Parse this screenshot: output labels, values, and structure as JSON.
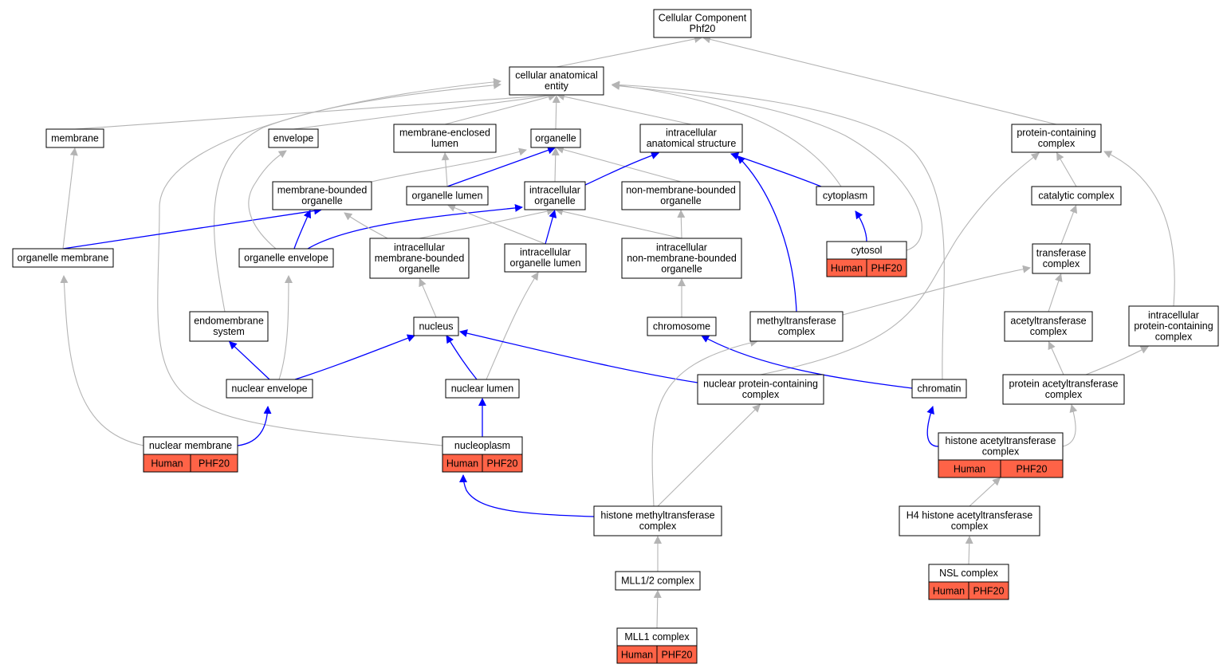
{
  "colors": {
    "annotated_fill": "#ff6347",
    "node_fill": "#ffffff",
    "node_stroke": "#000000",
    "edge_is_a": "#b4b4b4",
    "edge_part_of": "#0000ff"
  },
  "nodes": [
    {
      "id": "cc_root",
      "lines": [
        "Cellular Component",
        "Phf20"
      ]
    },
    {
      "id": "cae",
      "lines": [
        "cellular anatomical",
        "entity"
      ]
    },
    {
      "id": "membrane",
      "lines": [
        "membrane"
      ]
    },
    {
      "id": "envelope",
      "lines": [
        "envelope"
      ]
    },
    {
      "id": "mel",
      "lines": [
        "membrane-enclosed",
        "lumen"
      ]
    },
    {
      "id": "organelle",
      "lines": [
        "organelle"
      ]
    },
    {
      "id": "ias",
      "lines": [
        "intracellular",
        "anatomical structure"
      ]
    },
    {
      "id": "pcc",
      "lines": [
        "protein-containing",
        "complex"
      ]
    },
    {
      "id": "mbo",
      "lines": [
        "membrane-bounded",
        "organelle"
      ]
    },
    {
      "id": "ol",
      "lines": [
        "organelle lumen"
      ]
    },
    {
      "id": "io",
      "lines": [
        "intracellular",
        "organelle"
      ]
    },
    {
      "id": "nmbo",
      "lines": [
        "non-membrane-bounded",
        "organelle"
      ]
    },
    {
      "id": "cytoplasm",
      "lines": [
        "cytoplasm"
      ]
    },
    {
      "id": "cat",
      "lines": [
        "catalytic complex"
      ]
    },
    {
      "id": "om",
      "lines": [
        "organelle membrane"
      ]
    },
    {
      "id": "oe",
      "lines": [
        "organelle envelope"
      ]
    },
    {
      "id": "imbo",
      "lines": [
        "intracellular",
        "membrane-bounded",
        "organelle"
      ]
    },
    {
      "id": "iol",
      "lines": [
        "intracellular",
        "organelle lumen"
      ]
    },
    {
      "id": "inmbo",
      "lines": [
        "intracellular",
        "non-membrane-bounded",
        "organelle"
      ]
    },
    {
      "id": "cytosol",
      "lines": [
        "cytosol"
      ],
      "annot": [
        "Human",
        "PHF20"
      ]
    },
    {
      "id": "trans",
      "lines": [
        "transferase",
        "complex"
      ]
    },
    {
      "id": "endo",
      "lines": [
        "endomembrane",
        "system"
      ]
    },
    {
      "id": "nucleus",
      "lines": [
        "nucleus"
      ]
    },
    {
      "id": "chromosome",
      "lines": [
        "chromosome"
      ]
    },
    {
      "id": "mtc",
      "lines": [
        "methyltransferase",
        "complex"
      ]
    },
    {
      "id": "atc",
      "lines": [
        "acetyltransferase",
        "complex"
      ]
    },
    {
      "id": "ipcc",
      "lines": [
        "intracellular",
        "protein-containing",
        "complex"
      ]
    },
    {
      "id": "ne",
      "lines": [
        "nuclear envelope"
      ]
    },
    {
      "id": "nl",
      "lines": [
        "nuclear lumen"
      ]
    },
    {
      "id": "npcc",
      "lines": [
        "nuclear protein-containing",
        "complex"
      ]
    },
    {
      "id": "chromatin",
      "lines": [
        "chromatin"
      ]
    },
    {
      "id": "patc",
      "lines": [
        "protein acetyltransferase",
        "complex"
      ]
    },
    {
      "id": "nm",
      "lines": [
        "nuclear membrane"
      ],
      "annot": [
        "Human",
        "PHF20"
      ]
    },
    {
      "id": "np",
      "lines": [
        "nucleoplasm"
      ],
      "annot": [
        "Human",
        "PHF20"
      ]
    },
    {
      "id": "hatc",
      "lines": [
        "histone acetyltransferase",
        "complex"
      ],
      "annot": [
        "Human",
        "PHF20"
      ]
    },
    {
      "id": "hmtc",
      "lines": [
        "histone methyltransferase",
        "complex"
      ]
    },
    {
      "id": "h4",
      "lines": [
        "H4 histone acetyltransferase",
        "complex"
      ]
    },
    {
      "id": "mll12",
      "lines": [
        "MLL1/2 complex"
      ]
    },
    {
      "id": "nsl",
      "lines": [
        "NSL complex"
      ],
      "annot": [
        "Human",
        "PHF20"
      ]
    },
    {
      "id": "mll1",
      "lines": [
        "MLL1 complex"
      ],
      "annot": [
        "Human",
        "PHF20"
      ]
    }
  ],
  "edges": [
    {
      "from": "cae",
      "to": "cc_root",
      "type": "is_a"
    },
    {
      "from": "pcc",
      "to": "cc_root",
      "type": "is_a"
    },
    {
      "from": "membrane",
      "to": "cae",
      "type": "is_a"
    },
    {
      "from": "envelope",
      "to": "cae",
      "type": "is_a"
    },
    {
      "from": "mel",
      "to": "cae",
      "type": "is_a"
    },
    {
      "from": "organelle",
      "to": "cae",
      "type": "is_a"
    },
    {
      "from": "ias",
      "to": "cae",
      "type": "is_a"
    },
    {
      "from": "cytoplasm",
      "to": "cae",
      "type": "is_a"
    },
    {
      "from": "cytosol",
      "to": "cae",
      "type": "is_a"
    },
    {
      "from": "chromatin",
      "to": "cae",
      "type": "is_a"
    },
    {
      "from": "endo",
      "to": "cae",
      "type": "is_a"
    },
    {
      "from": "np",
      "to": "cae",
      "type": "is_a"
    },
    {
      "from": "mbo",
      "to": "organelle",
      "type": "is_a"
    },
    {
      "from": "ol",
      "to": "organelle",
      "type": "part_of"
    },
    {
      "from": "io",
      "to": "organelle",
      "type": "is_a"
    },
    {
      "from": "nmbo",
      "to": "organelle",
      "type": "is_a"
    },
    {
      "from": "io",
      "to": "ias",
      "type": "part_of"
    },
    {
      "from": "cytoplasm",
      "to": "ias",
      "type": "part_of"
    },
    {
      "from": "mtc",
      "to": "ias",
      "type": "part_of"
    },
    {
      "from": "ol",
      "to": "mel",
      "type": "is_a"
    },
    {
      "from": "cat",
      "to": "pcc",
      "type": "is_a"
    },
    {
      "from": "npcc",
      "to": "pcc",
      "type": "is_a"
    },
    {
      "from": "ipcc",
      "to": "pcc",
      "type": "is_a"
    },
    {
      "from": "om",
      "to": "membrane",
      "type": "is_a"
    },
    {
      "from": "om",
      "to": "mbo",
      "type": "part_of"
    },
    {
      "from": "oe",
      "to": "mbo",
      "type": "part_of"
    },
    {
      "from": "oe",
      "to": "envelope",
      "type": "is_a"
    },
    {
      "from": "oe",
      "to": "io",
      "type": "part_of"
    },
    {
      "from": "imbo",
      "to": "mbo",
      "type": "is_a"
    },
    {
      "from": "imbo",
      "to": "io",
      "type": "is_a"
    },
    {
      "from": "iol",
      "to": "ol",
      "type": "is_a"
    },
    {
      "from": "iol",
      "to": "io",
      "type": "part_of"
    },
    {
      "from": "inmbo",
      "to": "nmbo",
      "type": "is_a"
    },
    {
      "from": "inmbo",
      "to": "io",
      "type": "is_a"
    },
    {
      "from": "cytosol",
      "to": "cytoplasm",
      "type": "part_of"
    },
    {
      "from": "trans",
      "to": "cat",
      "type": "is_a"
    },
    {
      "from": "nucleus",
      "to": "imbo",
      "type": "is_a"
    },
    {
      "from": "chromosome",
      "to": "inmbo",
      "type": "is_a"
    },
    {
      "from": "mtc",
      "to": "trans",
      "type": "is_a"
    },
    {
      "from": "atc",
      "to": "trans",
      "type": "is_a"
    },
    {
      "from": "ne",
      "to": "endo",
      "type": "part_of"
    },
    {
      "from": "ne",
      "to": "oe",
      "type": "is_a"
    },
    {
      "from": "ne",
      "to": "nucleus",
      "type": "part_of"
    },
    {
      "from": "nl",
      "to": "nucleus",
      "type": "part_of"
    },
    {
      "from": "nl",
      "to": "iol",
      "type": "is_a"
    },
    {
      "from": "npcc",
      "to": "nucleus",
      "type": "part_of"
    },
    {
      "from": "chromatin",
      "to": "chromosome",
      "type": "part_of"
    },
    {
      "from": "patc",
      "to": "atc",
      "type": "is_a"
    },
    {
      "from": "patc",
      "to": "ipcc",
      "type": "is_a"
    },
    {
      "from": "nm",
      "to": "om",
      "type": "is_a"
    },
    {
      "from": "nm",
      "to": "ne",
      "type": "part_of"
    },
    {
      "from": "np",
      "to": "nl",
      "type": "part_of"
    },
    {
      "from": "hatc",
      "to": "chromatin",
      "type": "part_of"
    },
    {
      "from": "hatc",
      "to": "patc",
      "type": "is_a"
    },
    {
      "from": "hmtc",
      "to": "np",
      "type": "part_of"
    },
    {
      "from": "hmtc",
      "to": "mtc",
      "type": "is_a"
    },
    {
      "from": "hmtc",
      "to": "npcc",
      "type": "is_a"
    },
    {
      "from": "h4",
      "to": "hatc",
      "type": "is_a"
    },
    {
      "from": "mll12",
      "to": "hmtc",
      "type": "is_a"
    },
    {
      "from": "nsl",
      "to": "h4",
      "type": "is_a"
    },
    {
      "from": "mll1",
      "to": "mll12",
      "type": "is_a"
    }
  ]
}
